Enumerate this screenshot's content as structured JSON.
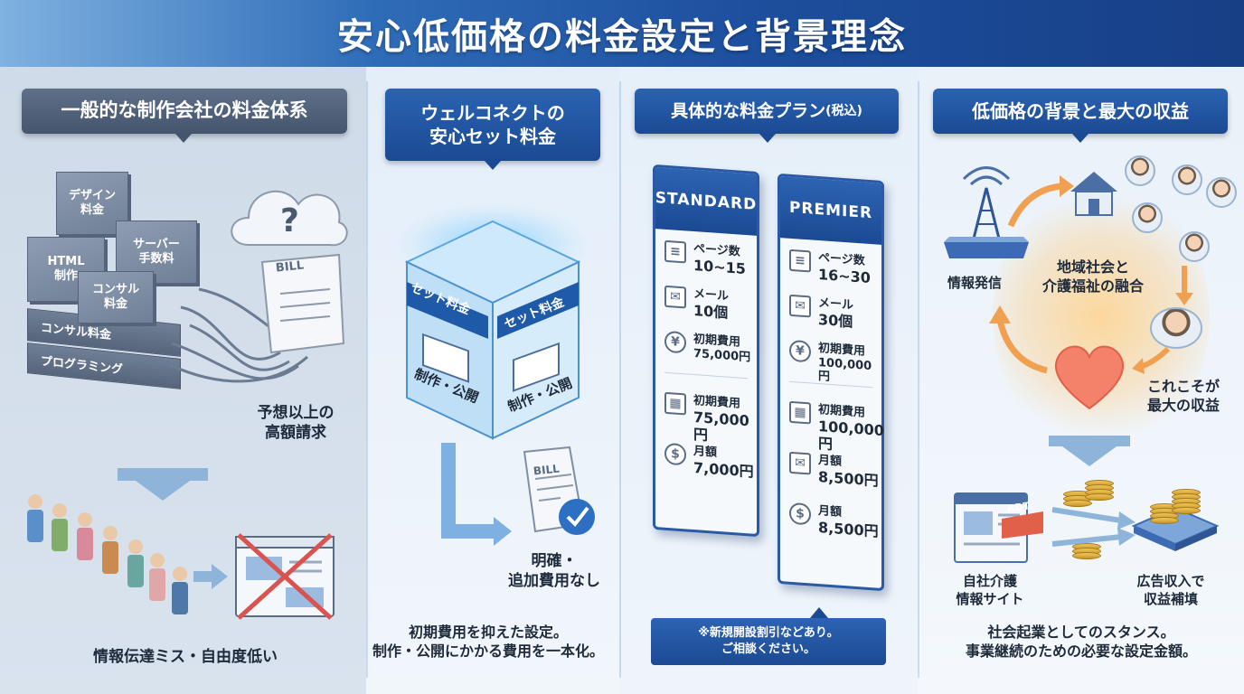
{
  "title": "安心低価格の料金設定と背景理念",
  "col1": {
    "heading": "一般的な制作会社の料金体系",
    "boxes": {
      "design": "デザイン\n料金",
      "server": "サーバー\n手数料",
      "html": "HTML\n制作",
      "consult_small": "コンサル\n料金",
      "consult_slab": "コンサル料金",
      "programming_slab": "プログラミング"
    },
    "bill_text": "BILL",
    "question": "?",
    "high_bill_1": "予想以上の",
    "high_bill_2": "高額請求",
    "bottom_caption": "情報伝達ミス・自由度低い"
  },
  "col2": {
    "heading_1": "ウェルコネクトの",
    "heading_2": "安心セット料金",
    "cube_left_label": "セット料金",
    "cube_right_label": "セット料金",
    "cube_left_caption": "制作・公開",
    "cube_right_caption": "制作・公開",
    "bill_text": "BILL",
    "clear_1": "明確・",
    "clear_2": "追加費用なし",
    "bottom_1": "初期費用を抑えた設定。",
    "bottom_2": "制作・公開にかかる費用を一本化。"
  },
  "col3": {
    "heading": "具体的な料金プラン",
    "heading_small": "(税込)",
    "standard": {
      "name": "STANDARD",
      "pages_label": "ページ数",
      "pages_value": "10~15",
      "mail_label": "メール",
      "mail_value": "10個",
      "init_label": "初期費用",
      "init_value": "75,000円",
      "init2_label": "初期費用",
      "init2_value": "75,000円",
      "monthly_label": "月額",
      "monthly_value": "7,000円"
    },
    "premier": {
      "name": "PREMIER",
      "pages_label": "ページ数",
      "pages_value": "16~30",
      "mail_label": "メール",
      "mail_value": "30個",
      "init_label": "初期費用",
      "init_value": "100,000円",
      "init2_label": "初期費用",
      "init2_value": "100,000円",
      "monthly_label": "月額",
      "monthly_value": "8,500円",
      "monthly2_label": "月額",
      "monthly2_value": "8,500円"
    },
    "note_1": "※新規開設割引などあり。",
    "note_2": "ご相談ください。"
  },
  "col4": {
    "heading": "低価格の背景と最大の収益",
    "info_label": "情報発信",
    "community_1": "地域社会と",
    "community_2": "介護福祉の融合",
    "profit_1": "これこそが",
    "profit_2": "最大の収益",
    "site_1": "自社介護",
    "site_2": "情報サイト",
    "adt": "ADT",
    "ad_1": "広告収入で",
    "ad_2": "収益補填",
    "bottom_1": "社会起業としてのスタンス。",
    "bottom_2": "事業継続のための必要な設定金額。"
  }
}
